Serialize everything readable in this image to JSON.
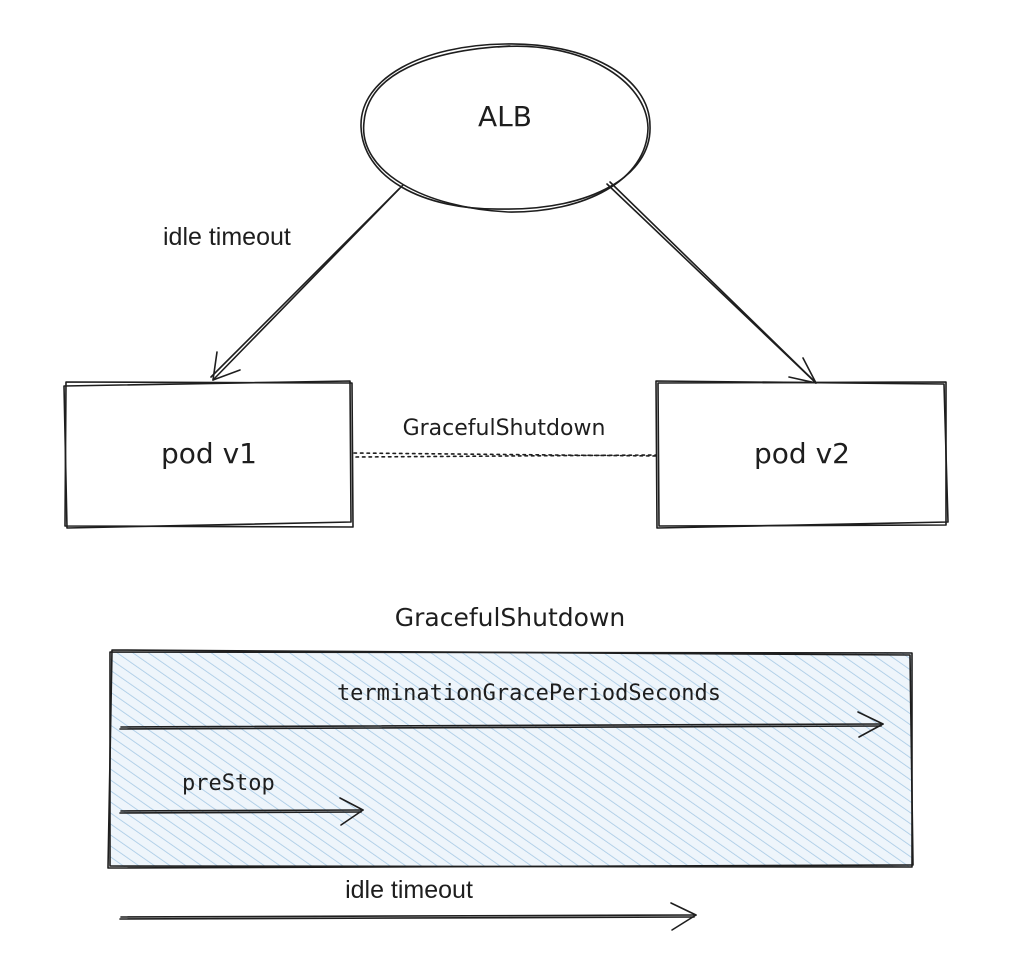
{
  "nodes": {
    "alb": {
      "label": "ALB"
    },
    "pod_v1": {
      "label": "pod v1"
    },
    "pod_v2": {
      "label": "pod v2"
    }
  },
  "edges": {
    "alb_to_v1": {
      "label": "idle timeout"
    },
    "v1_v2": {
      "label": "GracefulShutdown"
    }
  },
  "timeline": {
    "title": "GracefulShutdown",
    "termination": {
      "label": "terminationGracePeriodSeconds"
    },
    "prestop": {
      "label": "preStop"
    },
    "idle": {
      "label": "idle timeout"
    }
  },
  "colors": {
    "stroke": "#1e1e1e",
    "hatch": "#a5c8e4",
    "hatch_bg": "#eef5fb"
  }
}
